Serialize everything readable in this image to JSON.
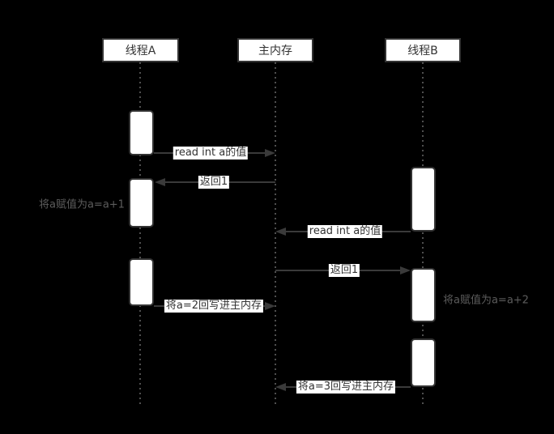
{
  "diagram": {
    "type": "sequence-diagram",
    "colors": {
      "background": "#000000",
      "box_fill": "#ffffff",
      "box_border": "#333333",
      "line": "#3a3a3a",
      "label_text": "#333333",
      "label_background": "#ffffff",
      "lifeline": "#4f4f4f",
      "note_text": "#5c5c5c"
    },
    "participants": [
      {
        "label": "线程A"
      },
      {
        "label": "主内存"
      },
      {
        "label": "线程B"
      }
    ],
    "messages": [
      {
        "label": "read int a的值",
        "from": "线程A",
        "to": "主内存",
        "direction": "right"
      },
      {
        "label": "返回1",
        "from": "主内存",
        "to": "线程A",
        "direction": "left"
      },
      {
        "label": "read int a的值",
        "from": "线程B",
        "to": "主内存",
        "direction": "left"
      },
      {
        "label": "返回1",
        "from": "主内存",
        "to": "线程B",
        "direction": "right"
      },
      {
        "label": "将a=2回写进主内存",
        "from": "线程A",
        "to": "主内存",
        "direction": "right"
      },
      {
        "label": "将a=3回写进主内存",
        "from": "线程B",
        "to": "主内存",
        "direction": "left"
      }
    ],
    "notes": [
      {
        "label": "将a赋值为a=a+1",
        "attached_to": "线程A"
      },
      {
        "label": "将a赋值为a=a+2",
        "attached_to": "线程B"
      }
    ]
  }
}
